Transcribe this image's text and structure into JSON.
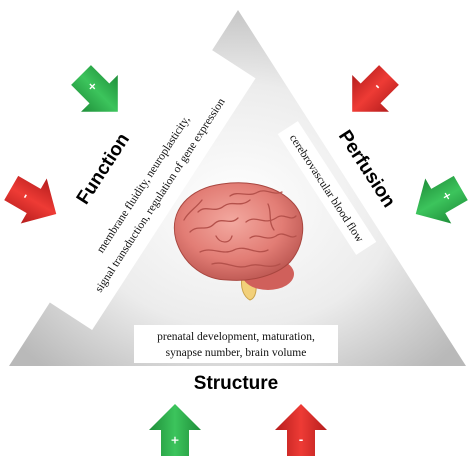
{
  "domains": {
    "function": {
      "title": "Function",
      "description_line1": "membrane fluidity, neuroplasticity,",
      "description_line2": "signal transduction, regulation of gene expression"
    },
    "perfusion": {
      "title": "Perfusion",
      "description": "cerebrovascular blood flow"
    },
    "structure": {
      "title": "Structure",
      "description_line1": "prenatal development, maturation,",
      "description_line2": "synapse number, brain volume"
    }
  },
  "arrows": [
    {
      "id": "function-positive",
      "sign": "+",
      "color": "#2aa74a"
    },
    {
      "id": "function-negative",
      "sign": "-",
      "color": "#d62b2b"
    },
    {
      "id": "perfusion-negative",
      "sign": "-",
      "color": "#d62b2b"
    },
    {
      "id": "perfusion-positive",
      "sign": "+",
      "color": "#2aa74a"
    },
    {
      "id": "structure-positive",
      "sign": "+",
      "color": "#2aa74a"
    },
    {
      "id": "structure-negative",
      "sign": "-",
      "color": "#d62b2b"
    }
  ],
  "colors": {
    "triangle_light": "#f2f2f2",
    "triangle_dark": "#bdbdbd",
    "brain": "#e07a74",
    "positive": "#2aa74a",
    "negative": "#d62b2b"
  }
}
